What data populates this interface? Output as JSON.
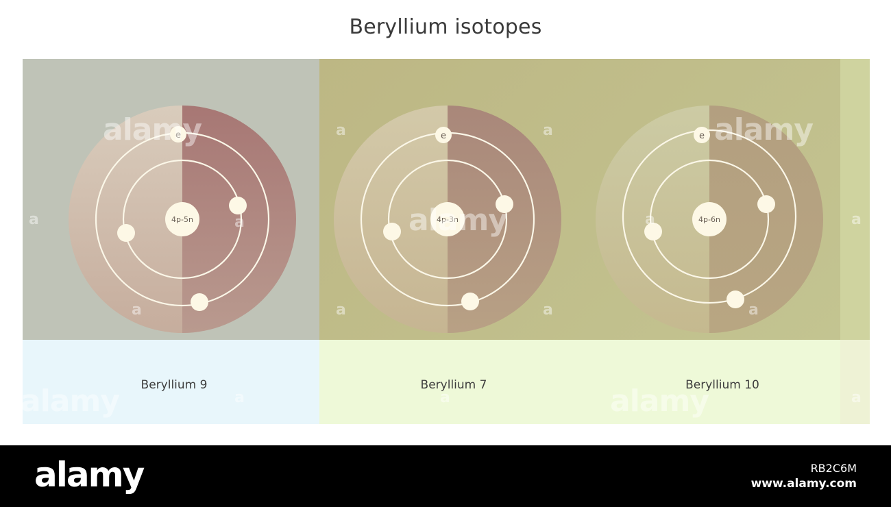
{
  "title": "Beryllium isotopes",
  "isotopes": [
    {
      "label": "Beryllium 9",
      "nucleus": "4p-5n"
    },
    {
      "label": "Beryllium 7",
      "nucleus": "4p-3n"
    },
    {
      "label": "Beryllium 10",
      "nucleus": "4p-6n"
    }
  ],
  "electron_label": "e",
  "watermark": {
    "word": "alamy",
    "letter": "a"
  },
  "footer": {
    "logo": "alamy",
    "image_id": "RB2C6M",
    "url": "www.alamy.com"
  },
  "colors": {
    "panel_gray": "#bfc3b7",
    "panel_olive": "#bfbd86",
    "panel_olive_right": "#cfd39f",
    "caption_blue": "#e8f6fb",
    "caption_green": "#eef8d7",
    "orbit": "#fbf7e8",
    "warm_half": "#b07f79"
  }
}
